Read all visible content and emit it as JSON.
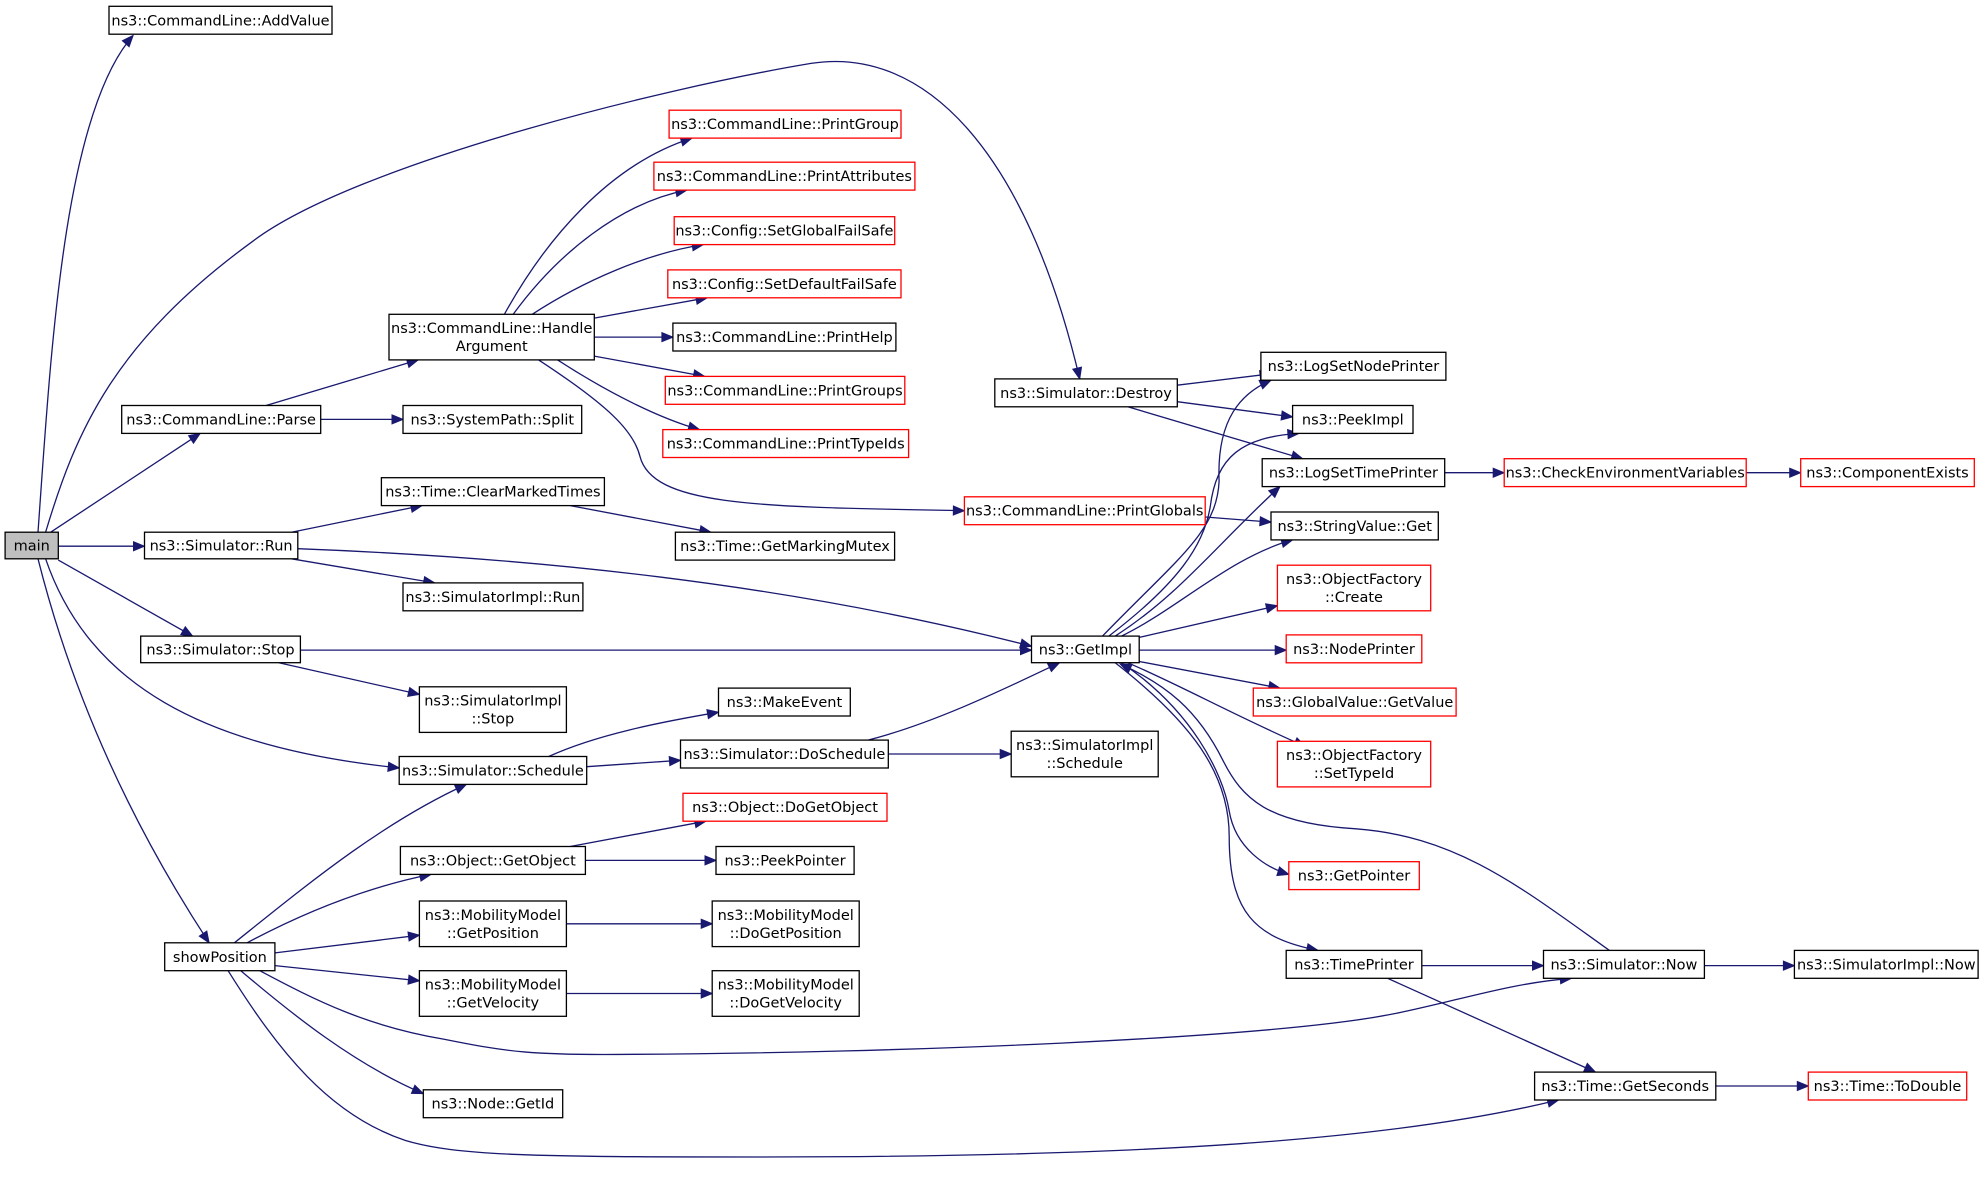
{
  "graph": {
    "edge_color": "#191970",
    "highlight_fill": "#bfbfbf",
    "nodes": {
      "main": {
        "lines": [
          "main"
        ],
        "style": "grey"
      },
      "addvalue": {
        "lines": [
          "ns3::CommandLine::AddValue"
        ],
        "style": "black"
      },
      "parse": {
        "lines": [
          "ns3::CommandLine::Parse"
        ],
        "style": "black"
      },
      "handleargument": {
        "lines": [
          "ns3::CommandLine::Handle",
          "Argument"
        ],
        "style": "black"
      },
      "printgroup": {
        "lines": [
          "ns3::CommandLine::PrintGroup"
        ],
        "style": "red"
      },
      "printattributes": {
        "lines": [
          "ns3::CommandLine::PrintAttributes"
        ],
        "style": "red"
      },
      "setglobalfailsafe": {
        "lines": [
          "ns3::Config::SetGlobalFailSafe"
        ],
        "style": "red"
      },
      "setdefaultfailsafe": {
        "lines": [
          "ns3::Config::SetDefaultFailSafe"
        ],
        "style": "red"
      },
      "printhelp": {
        "lines": [
          "ns3::CommandLine::PrintHelp"
        ],
        "style": "black"
      },
      "printgroups": {
        "lines": [
          "ns3::CommandLine::PrintGroups"
        ],
        "style": "red"
      },
      "printtypeids": {
        "lines": [
          "ns3::CommandLine::PrintTypeIds"
        ],
        "style": "red"
      },
      "printglobals": {
        "lines": [
          "ns3::CommandLine::PrintGlobals"
        ],
        "style": "red"
      },
      "systempathsplit": {
        "lines": [
          "ns3::SystemPath::Split"
        ],
        "style": "black"
      },
      "simrun": {
        "lines": [
          "ns3::Simulator::Run"
        ],
        "style": "black"
      },
      "clearmarkedtimes": {
        "lines": [
          "ns3::Time::ClearMarkedTimes"
        ],
        "style": "black"
      },
      "getmarkingmutex": {
        "lines": [
          "ns3::Time::GetMarkingMutex"
        ],
        "style": "black"
      },
      "simimplrun": {
        "lines": [
          "ns3::SimulatorImpl::Run"
        ],
        "style": "black"
      },
      "simstop": {
        "lines": [
          "ns3::Simulator::Stop"
        ],
        "style": "black"
      },
      "simimplstop": {
        "lines": [
          "ns3::SimulatorImpl",
          "::Stop"
        ],
        "style": "black"
      },
      "simschedule": {
        "lines": [
          "ns3::Simulator::Schedule"
        ],
        "style": "black"
      },
      "makeevent": {
        "lines": [
          "ns3::MakeEvent"
        ],
        "style": "black"
      },
      "doschedule": {
        "lines": [
          "ns3::Simulator::DoSchedule"
        ],
        "style": "black"
      },
      "simimplschedule": {
        "lines": [
          "ns3::SimulatorImpl",
          "::Schedule"
        ],
        "style": "black"
      },
      "simdestroy": {
        "lines": [
          "ns3::Simulator::Destroy"
        ],
        "style": "black"
      },
      "getimpl": {
        "lines": [
          "ns3::GetImpl"
        ],
        "style": "black"
      },
      "logsetnodeprinter": {
        "lines": [
          "ns3::LogSetNodePrinter"
        ],
        "style": "black"
      },
      "peekimpl": {
        "lines": [
          "ns3::PeekImpl"
        ],
        "style": "black"
      },
      "logsettimeprinter": {
        "lines": [
          "ns3::LogSetTimePrinter"
        ],
        "style": "black"
      },
      "checkenv": {
        "lines": [
          "ns3::CheckEnvironmentVariables"
        ],
        "style": "red"
      },
      "componentexists": {
        "lines": [
          "ns3::ComponentExists"
        ],
        "style": "red"
      },
      "stringvalueget": {
        "lines": [
          "ns3::StringValue::Get"
        ],
        "style": "black"
      },
      "objfactorycreate": {
        "lines": [
          "ns3::ObjectFactory",
          "::Create"
        ],
        "style": "red"
      },
      "nodeprinter": {
        "lines": [
          "ns3::NodePrinter"
        ],
        "style": "red"
      },
      "globalvaluegetvalue": {
        "lines": [
          "ns3::GlobalValue::GetValue"
        ],
        "style": "red"
      },
      "objfactorysettypeid": {
        "lines": [
          "ns3::ObjectFactory",
          "::SetTypeId"
        ],
        "style": "red"
      },
      "getpointer": {
        "lines": [
          "ns3::GetPointer"
        ],
        "style": "red"
      },
      "timeprinter": {
        "lines": [
          "ns3::TimePrinter"
        ],
        "style": "black"
      },
      "simnow": {
        "lines": [
          "ns3::Simulator::Now"
        ],
        "style": "black"
      },
      "simimplnow": {
        "lines": [
          "ns3::SimulatorImpl::Now"
        ],
        "style": "black"
      },
      "getseconds": {
        "lines": [
          "ns3::Time::GetSeconds"
        ],
        "style": "black"
      },
      "todouble": {
        "lines": [
          "ns3::Time::ToDouble"
        ],
        "style": "red"
      },
      "showposition": {
        "lines": [
          "showPosition"
        ],
        "style": "black"
      },
      "dogetobject": {
        "lines": [
          "ns3::Object::DoGetObject"
        ],
        "style": "red"
      },
      "getobject": {
        "lines": [
          "ns3::Object::GetObject"
        ],
        "style": "black"
      },
      "peekpointer": {
        "lines": [
          "ns3::PeekPointer"
        ],
        "style": "black"
      },
      "getposition": {
        "lines": [
          "ns3::MobilityModel",
          "::GetPosition"
        ],
        "style": "black"
      },
      "dogetposition": {
        "lines": [
          "ns3::MobilityModel",
          "::DoGetPosition"
        ],
        "style": "black"
      },
      "getvelocity": {
        "lines": [
          "ns3::MobilityModel",
          "::GetVelocity"
        ],
        "style": "black"
      },
      "dogetvelocity": {
        "lines": [
          "ns3::MobilityModel",
          "::DoGetVelocity"
        ],
        "style": "black"
      },
      "nodegetid": {
        "lines": [
          "ns3::Node::GetId"
        ],
        "style": "black"
      }
    }
  }
}
